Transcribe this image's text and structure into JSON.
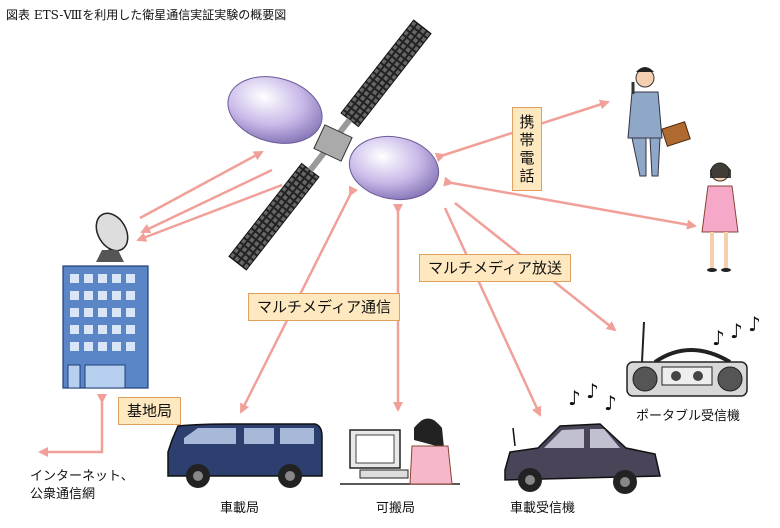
{
  "title": "図表 ETS-Ⅷを利用した衛星通信実証実験の概要図",
  "labels": {
    "mobile_phone_chars": [
      "携",
      "帯",
      "電",
      "話"
    ],
    "multimedia_broadcast": "マルチメディア放送",
    "multimedia_comm": "マルチメディア通信",
    "base_station": "基地局",
    "internet_line1": "インターネット、",
    "internet_line2": "公衆通信網",
    "vehicle_station": "車載局",
    "portable_station": "可搬局",
    "vehicle_receiver": "車載受信機",
    "portable_receiver": "ポータブル受信機"
  },
  "colors": {
    "arrow": "#f0a098",
    "box_fill": "#fde8c0",
    "box_border": "#e0a060",
    "antenna": "#b8a8d8",
    "van": "#2c3f6e",
    "car": "#4a4458",
    "building": "#5a86c8"
  },
  "icons": [
    "satellite-icon",
    "building-icon",
    "parabolic-antenna-icon",
    "businessman-icon",
    "woman-phone-icon",
    "radio-icon",
    "van-icon",
    "computer-user-icon",
    "car-icon",
    "music-notes-icon"
  ]
}
